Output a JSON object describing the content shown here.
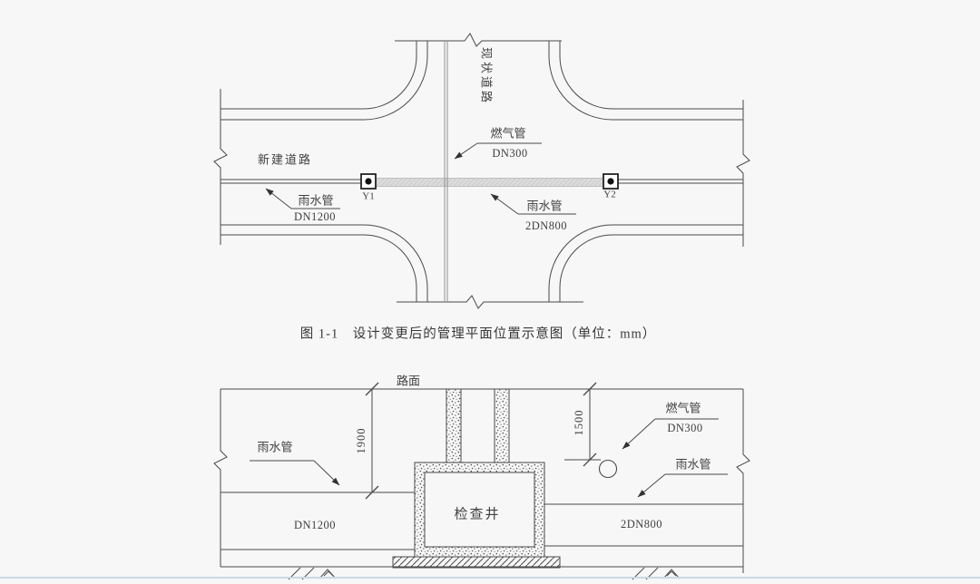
{
  "caption": "图 1-1　设计变更后的管理平面位置示意图（单位：mm）",
  "plan": {
    "existing_road": "现状道路",
    "new_road": "新建道路",
    "gas_pipe": "燃气管",
    "gas_pipe_spec": "DN300",
    "rain_pipe_left": "雨水管",
    "rain_pipe_left_spec": "DN1200",
    "rain_pipe_right": "雨水管",
    "rain_pipe_right_spec": "2DN800",
    "manhole_y1": "Y1",
    "manhole_y2": "Y2"
  },
  "section": {
    "road_surface": "路面",
    "rain_pipe_left": "雨水管",
    "depth_left_mm": "1900",
    "pipe_left_spec": "DN1200",
    "inspection_well": "检查井",
    "depth_right_mm": "1500",
    "gas_pipe": "燃气管",
    "gas_pipe_spec": "DN300",
    "rain_pipe_right": "雨水管",
    "pipe_right_spec": "2DN800"
  },
  "colors": {
    "background": "#f7f7f8",
    "line": "#4a4a4a",
    "pipe_band": "#dcdcdc",
    "divider": "#ccd7e2"
  }
}
